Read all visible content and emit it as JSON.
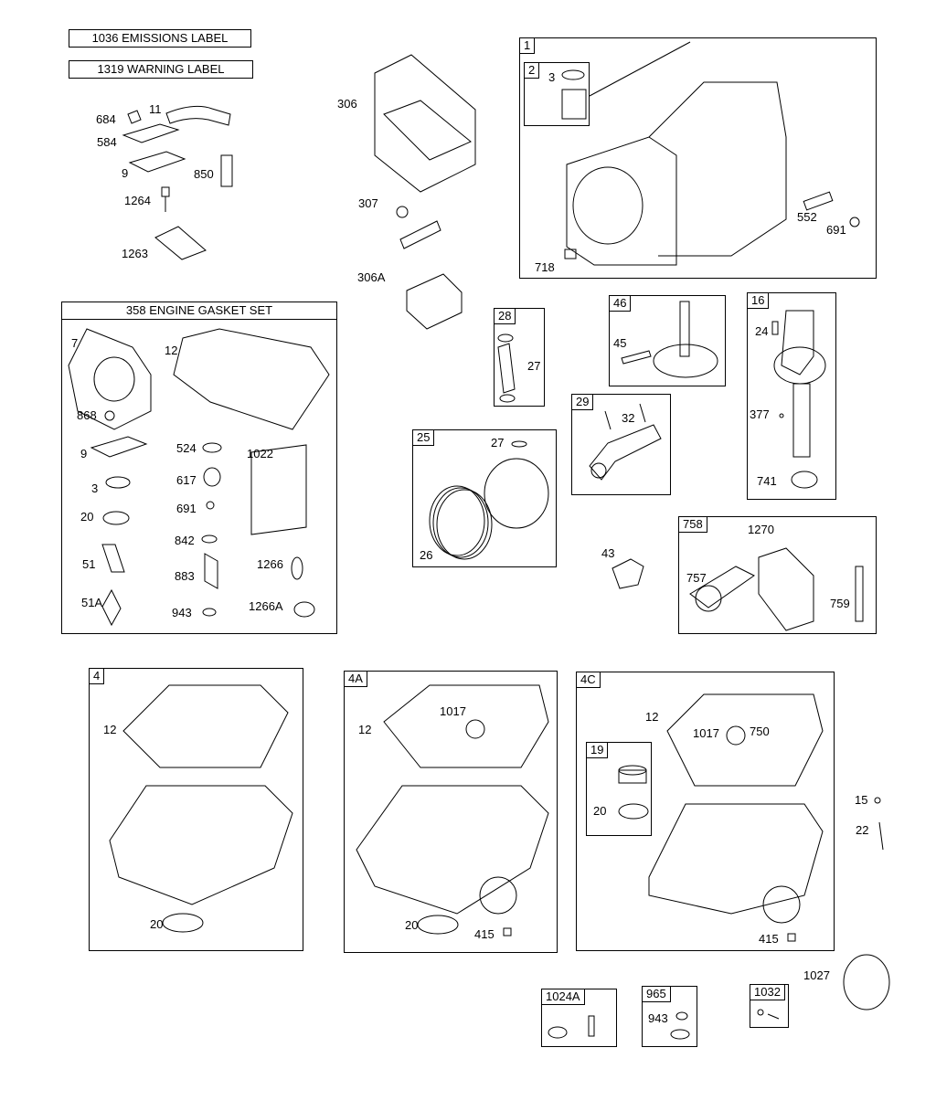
{
  "labels": {
    "emissions": "1036 EMISSIONS LABEL",
    "warning": "1319 WARNING LABEL",
    "gasket_set": "358 ENGINE GASKET SET"
  },
  "boxes": {
    "b1": "1",
    "b2": "2",
    "b28": "28",
    "b46": "46",
    "b16": "16",
    "b29": "29",
    "b25": "25",
    "b758": "758",
    "b4": "4",
    "b4a": "4A",
    "b4c": "4C",
    "b19": "19",
    "b1024a": "1024A",
    "b965": "965",
    "b1032": "1032"
  },
  "parts": {
    "p684": "684",
    "p11": "11",
    "p584": "584",
    "p9a": "9",
    "p850": "850",
    "p1264": "1264",
    "p1263": "1263",
    "p306": "306",
    "p307": "307",
    "p306a": "306A",
    "p3a": "3",
    "p552": "552",
    "p691a": "691",
    "p718": "718",
    "p7": "7",
    "p12a": "12",
    "p868": "868",
    "p9b": "9",
    "p524": "524",
    "p1022": "1022",
    "p3b": "3",
    "p617": "617",
    "p20a": "20",
    "p691b": "691",
    "p842": "842",
    "p51": "51",
    "p883": "883",
    "p1266": "1266",
    "p51a": "51A",
    "p943a": "943",
    "p1266a": "1266A",
    "p27a": "27",
    "p45": "45",
    "p24": "24",
    "p27b": "27",
    "p26": "26",
    "p32": "32",
    "p377": "377",
    "p741": "741",
    "p43": "43",
    "p1270": "1270",
    "p757": "757",
    "p759": "759",
    "p12b": "12",
    "p20b": "20",
    "p12c": "12",
    "p1017a": "1017",
    "p20c": "20",
    "p415a": "415",
    "p12d": "12",
    "p1017b": "1017",
    "p750": "750",
    "p20d": "20",
    "p415b": "415",
    "p15": "15",
    "p22": "22",
    "p1027": "1027",
    "p943b": "943"
  }
}
